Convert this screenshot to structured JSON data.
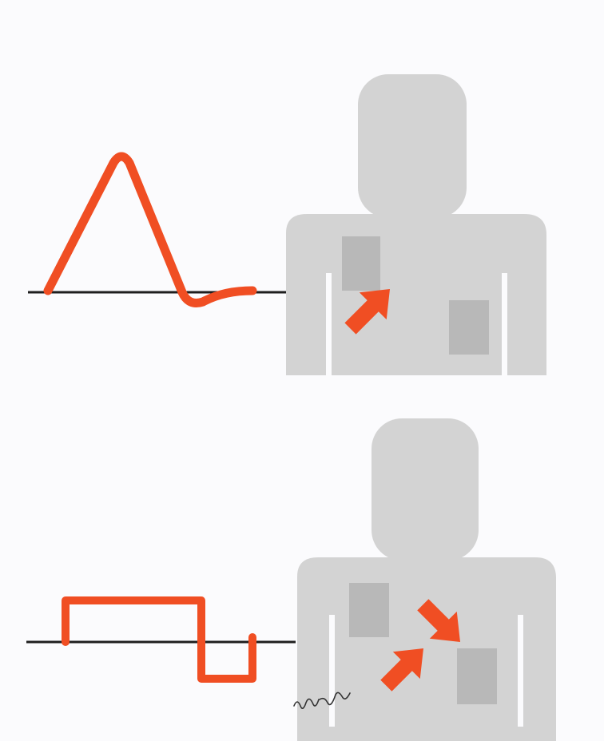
{
  "colors": {
    "waveform": "#f04e23",
    "baseline": "#1e1e1e",
    "body": "#d3d3d3",
    "pad": "#b8b8b8",
    "arrow": "#f04e23",
    "background": "#fbfbfd"
  },
  "panels": [
    {
      "waveform": "monophasic",
      "arrow_count": 1,
      "pad_count": 2
    },
    {
      "waveform": "biphasic",
      "arrow_count": 2,
      "pad_count": 2
    }
  ],
  "signature": {
    "text": "",
    "kind": "handwritten-scribble"
  }
}
